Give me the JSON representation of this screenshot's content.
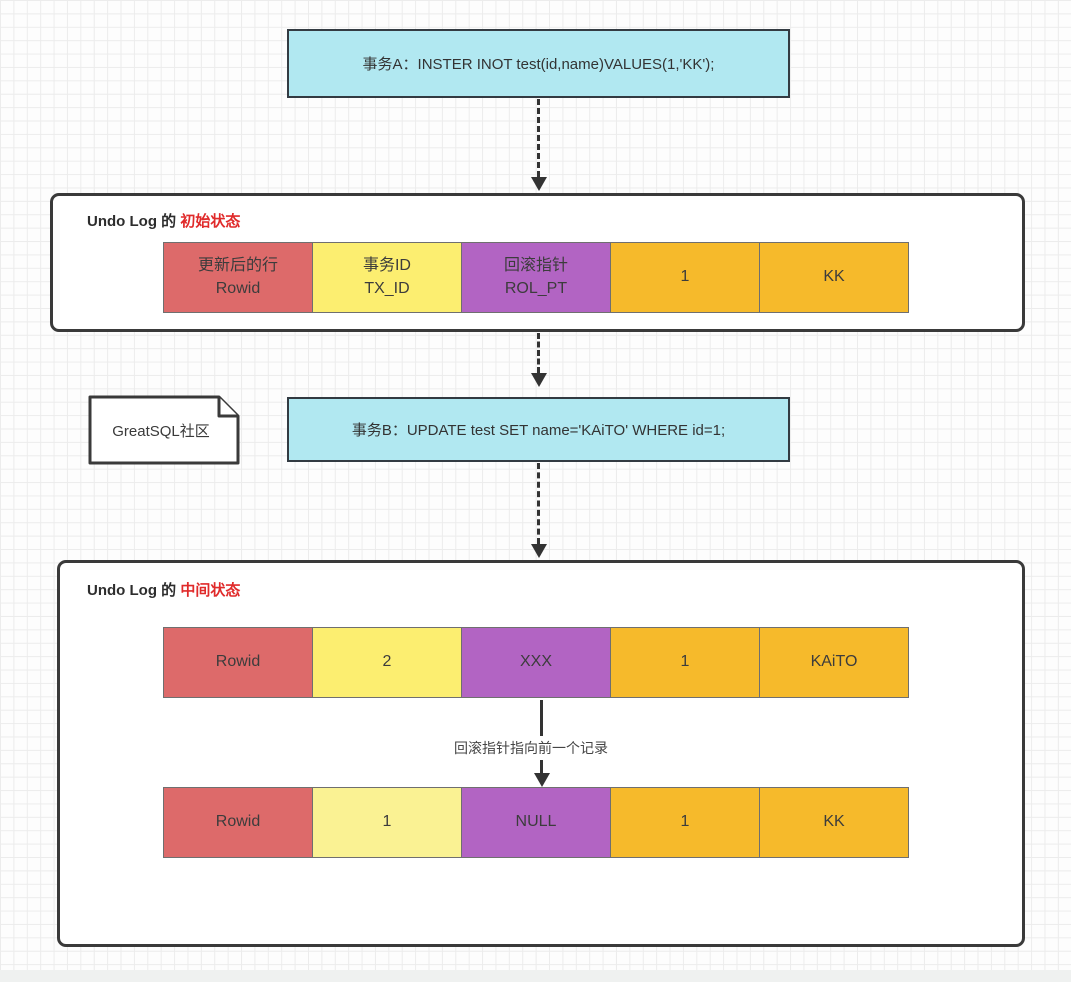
{
  "palette": {
    "cyan": "#b1e8f1",
    "red": "#dd6a6a",
    "yellow": "#fcee70",
    "light_yellow": "#faf293",
    "purple": "#b264c3",
    "orange": "#f6ba2b",
    "heading_red": "#e02a2a",
    "border_dark": "#3a3a3a"
  },
  "transaction_a": {
    "label": "事务A：INSTER INOT test(id,name)VALUES(1,'KK');"
  },
  "note": {
    "label": "GreatSQL社区"
  },
  "transaction_b": {
    "label": "事务B：UPDATE test SET name='KAiTO' WHERE id=1;"
  },
  "undo_initial": {
    "title_prefix": "Undo Log 的 ",
    "title_highlight": "初始状态",
    "cells": [
      {
        "text": "更新后的行\nRowid",
        "color": "red"
      },
      {
        "text": "事务ID\nTX_ID",
        "color": "yellow"
      },
      {
        "text": "回滚指针\nROL_PT",
        "color": "purple"
      },
      {
        "text": "1",
        "color": "orange"
      },
      {
        "text": "KK",
        "color": "orange"
      }
    ]
  },
  "undo_middle": {
    "title_prefix": "Undo Log 的 ",
    "title_highlight": "中间状态",
    "row1": [
      {
        "text": "Rowid",
        "color": "red"
      },
      {
        "text": "2",
        "color": "yellow"
      },
      {
        "text": "XXX",
        "color": "purple"
      },
      {
        "text": "1",
        "color": "orange"
      },
      {
        "text": "KAiTO",
        "color": "orange"
      }
    ],
    "arrow_label": "回滚指针指向前一个记录",
    "row2": [
      {
        "text": "Rowid",
        "color": "red"
      },
      {
        "text": "1",
        "color": "lightyellow"
      },
      {
        "text": "NULL",
        "color": "purple"
      },
      {
        "text": "1",
        "color": "orange"
      },
      {
        "text": "KK",
        "color": "orange"
      }
    ]
  }
}
